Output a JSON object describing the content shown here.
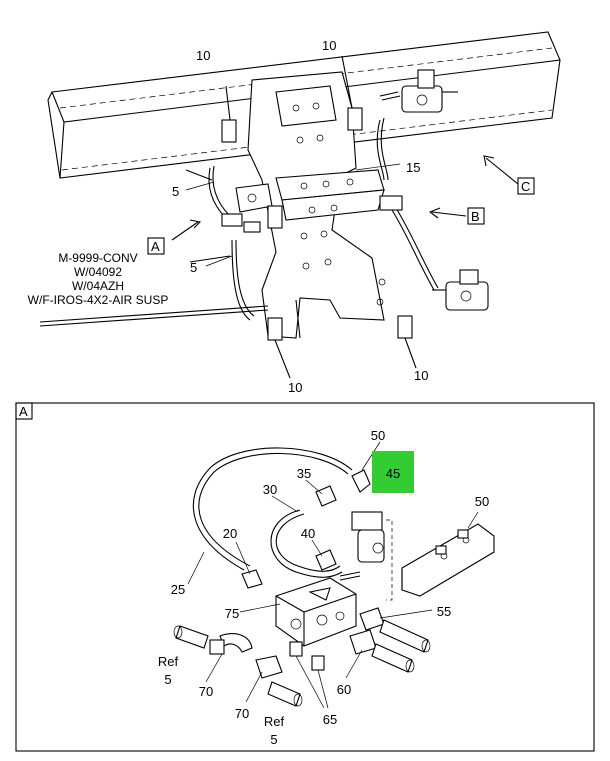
{
  "top_view": {
    "labels": {
      "c10_a": "10",
      "c10_b": "10",
      "c10_c": "10",
      "c10_d": "10",
      "c15": "15",
      "c5_a": "5",
      "c5_b": "5"
    },
    "view_tags": {
      "a": "A",
      "b": "B",
      "c": "C"
    },
    "note_lines": [
      "M-9999-CONV",
      "W/04092",
      "W/04AZH",
      "W/F-IROS-4X2-AIR SUSP"
    ]
  },
  "detail_view": {
    "tag": "A",
    "highlight_label": "45",
    "highlight_color": "#33cc33",
    "labels": {
      "c50_a": "50",
      "c50_b": "50",
      "c35": "35",
      "c30": "30",
      "c40": "40",
      "c20": "20",
      "c25": "25",
      "c75": "75",
      "c55": "55",
      "c60": "60",
      "c65": "65",
      "c70_a": "70",
      "c70_b": "70",
      "ref_a": "Ref",
      "ref_a_num": "5",
      "ref_b": "Ref",
      "ref_b_num": "5"
    }
  }
}
